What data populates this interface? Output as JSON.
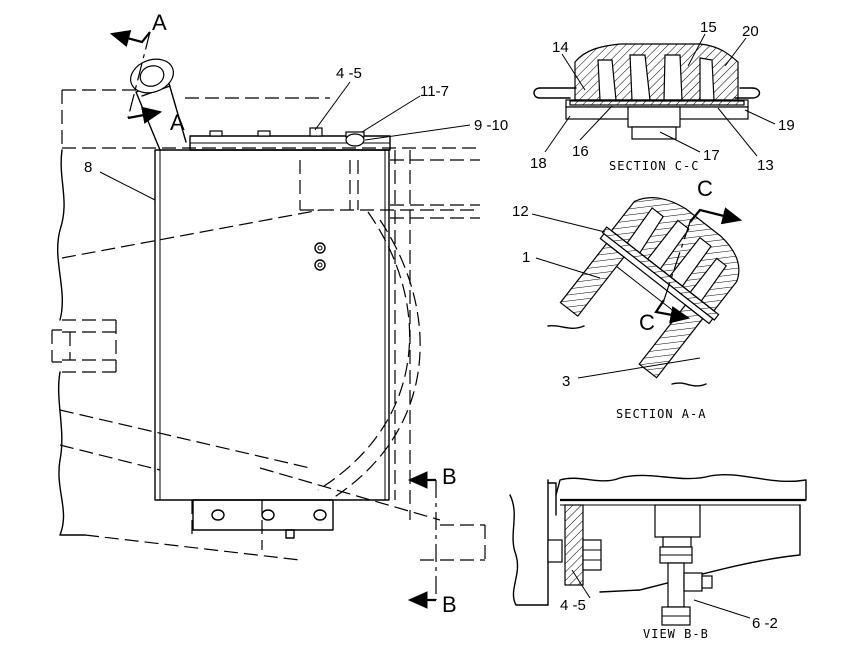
{
  "labels": {
    "n4_5_top": "4 -5",
    "n11_7": "11-7",
    "n9_10": "9 -10",
    "n8": "8",
    "n14": "14",
    "n15": "15",
    "n20": "20",
    "n19": "19",
    "n18": "18",
    "n16": "16",
    "n17": "17",
    "n13": "13",
    "n12": "12",
    "n1": "1",
    "n3": "3",
    "n4_5_bottom": "4 -5",
    "n6_2": "6 -2"
  },
  "section_markers": {
    "a_top": "A",
    "a_bottom": "A",
    "b_top": "B",
    "b_bottom": "B",
    "c_top": "C",
    "c_bottom": "C"
  },
  "view_titles": {
    "section_cc": "SECTION C-C",
    "section_aa": "SECTION A-A",
    "view_bb": "VIEW B-B"
  }
}
